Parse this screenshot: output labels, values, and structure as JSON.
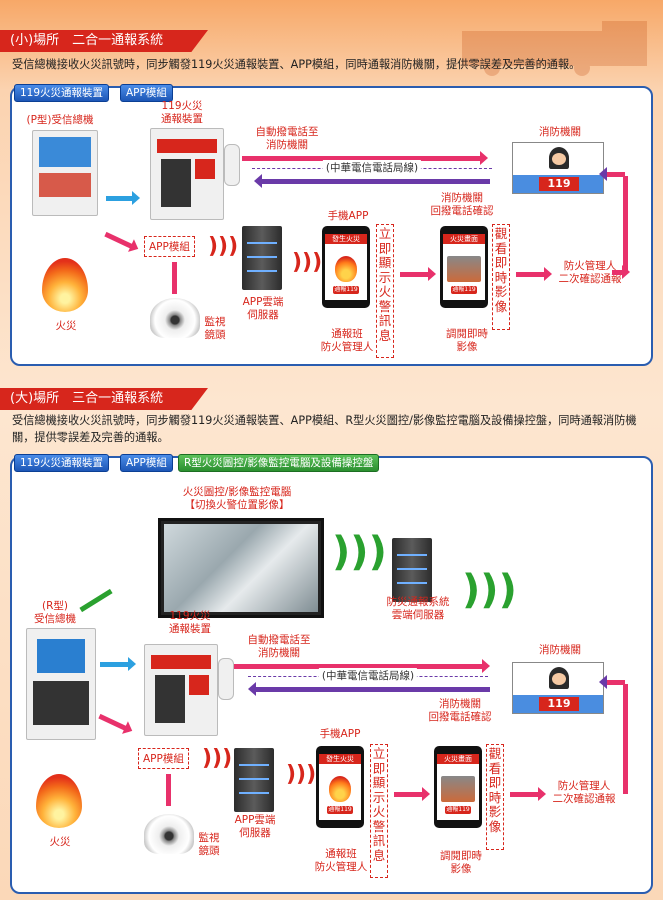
{
  "section1": {
    "title": "(小)場所　二合一通報系統",
    "desc": "受信總機接收火災訊號時，同步觸發119火災通報裝置、APP模組，同時通報消防機關，提供零誤差及完善的通報。",
    "tags": [
      "119火災通報裝置",
      "APP模組"
    ],
    "labels": {
      "panel": "(P型)受信總機",
      "device": "119火災\n通報裝置",
      "auto_call": "自動撥電話至\n消防機關",
      "fire_dept": "消防機關",
      "telecom": "(中華電信電話局線)",
      "callback": "消防機關\n回撥電話確認",
      "app_module": "APP模組",
      "mobile_app": "手機APP",
      "cloud": "APP雲端\n伺服器",
      "monitor": "監視\n鏡頭",
      "fire": "火災",
      "vertical_alert": "立即顯示火警訊息",
      "vertical_watch": "觀看即時影像",
      "notify": "通報班\n防火管理人",
      "view": "調閱即時\n影像",
      "confirm": "防火管理人\n二次確認通報",
      "n119": "119"
    }
  },
  "section2": {
    "title": "(大)場所　三合一通報系統",
    "desc": "受信總機接收火災訊號時，同步觸發119火災通報裝置、APP模組、R型火災圖控/影像監控電腦及設備操控盤，同時通報消防機關，提供零誤差及完善的通報。",
    "tags": [
      "119火災通報裝置",
      "APP模組",
      "R型火災圖控/影像監控電腦及設備操控盤"
    ],
    "labels": {
      "computer": "火災圖控/影像監控電腦\n【切換火警位置影像】",
      "disaster_server": "防災通報系統\n雲端伺服器",
      "panel": "(R型)\n受信總機",
      "device": "119火災\n通報裝置",
      "auto_call": "自動撥電話至\n消防機關",
      "fire_dept": "消防機關",
      "telecom": "(中華電信電話局線)",
      "callback": "消防機關\n回撥電話確認",
      "app_module": "APP模組",
      "mobile_app": "手機APP",
      "cloud": "APP雲端\n伺服器",
      "monitor": "監視\n鏡頭",
      "fire": "火災",
      "vertical_alert": "立即顯示火警訊息",
      "vertical_watch": "觀看即時影像",
      "notify": "通報班\n防火管理人",
      "view": "調閱即時\n影像",
      "confirm": "防火管理人\n二次確認通報",
      "n119": "119"
    }
  },
  "phone": {
    "header_alert": "發生火災",
    "header_video": "火災畫面",
    "button": "通報119"
  },
  "colors": {
    "red": "#d7261c",
    "blue": "#2a5db0",
    "pink": "#e8316b",
    "purple": "#6a3aa8",
    "green": "#2aa12f"
  }
}
